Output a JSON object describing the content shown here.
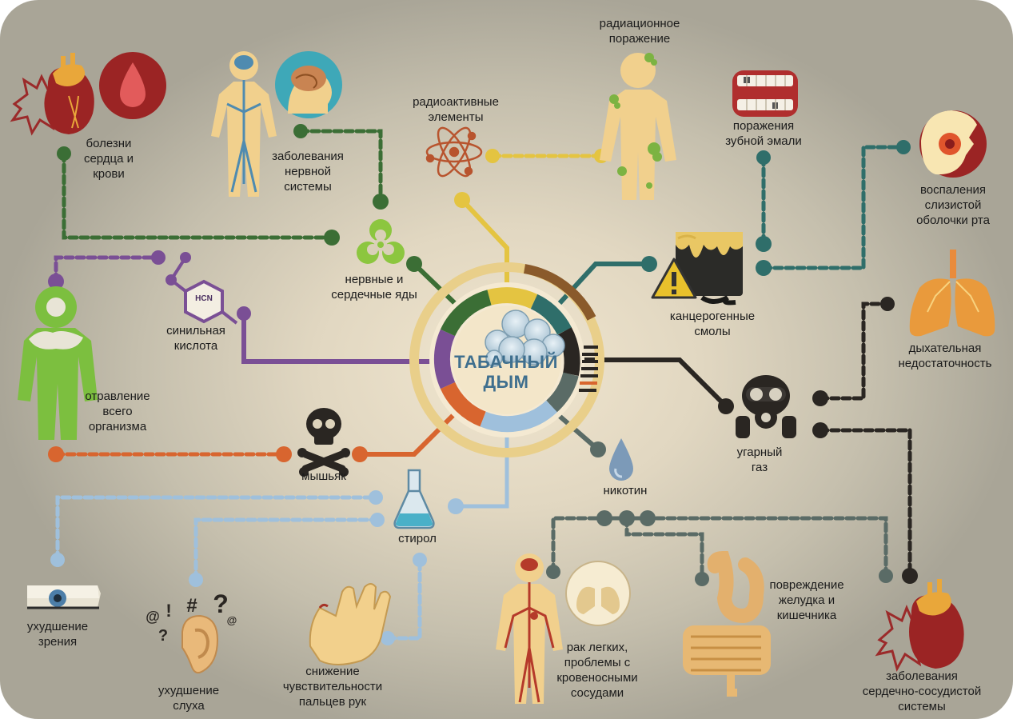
{
  "hub": {
    "title": "ТАБАЧНЫЙ\nДЫМ"
  },
  "colors": {
    "green": "#3b6e35",
    "yellow": "#e4c441",
    "teal": "#2f6e6a",
    "dark": "#2a2622",
    "gray": "#5a6b66",
    "light_blue": "#9fc0dc",
    "orange": "#d8652f",
    "purple": "#7a4f95",
    "brown": "#8a5a2b"
  },
  "substances": {
    "radioactive": "радиоактивные\nэлементы",
    "nerve_heart_poisons": "нервные и\nсердечные яды",
    "carcinogenic_tars": "канцерогенные\nсмолы",
    "hydrocyanic_acid": "синильная\nкислота",
    "carbon_monoxide": "угарный\nгаз",
    "arsenic": "мышьяк",
    "nicotine": "никотин",
    "styrene": "стирол",
    "hcn_symbol": "HCN"
  },
  "effects": {
    "radiation_damage": "радиационное\nпоражение",
    "heart_blood_disease": "болезни\nсердца и\nкрови",
    "nervous_system_disease": "заболевания\nнервной\nсистемы",
    "tooth_enamel_damage": "поражения\nзубной эмали",
    "mouth_inflammation": "воспаления\nслизистой\nоболочки рта",
    "respiratory_failure": "дыхательная\nнедостаточность",
    "whole_body_poisoning": "отравление\nвсего\nорганизма",
    "vision_impairment": "ухудшение\nзрения",
    "hearing_impairment": "ухудшение\nслуха",
    "finger_sensitivity": "снижение\nчувствительности\nпальцев рук",
    "lung_cancer_vessels": "рак легких,\nпроблемы с\nкровеносными\nсосудами",
    "stomach_intestine_damage": "повреждение\nжелудка и\nкишечника",
    "cardiovascular_disease": "заболевания\nсердечно-сосудистой\nсистемы"
  },
  "symbols": {
    "ear_signs": [
      "@",
      "!",
      "#",
      "?",
      "@",
      "?"
    ]
  }
}
